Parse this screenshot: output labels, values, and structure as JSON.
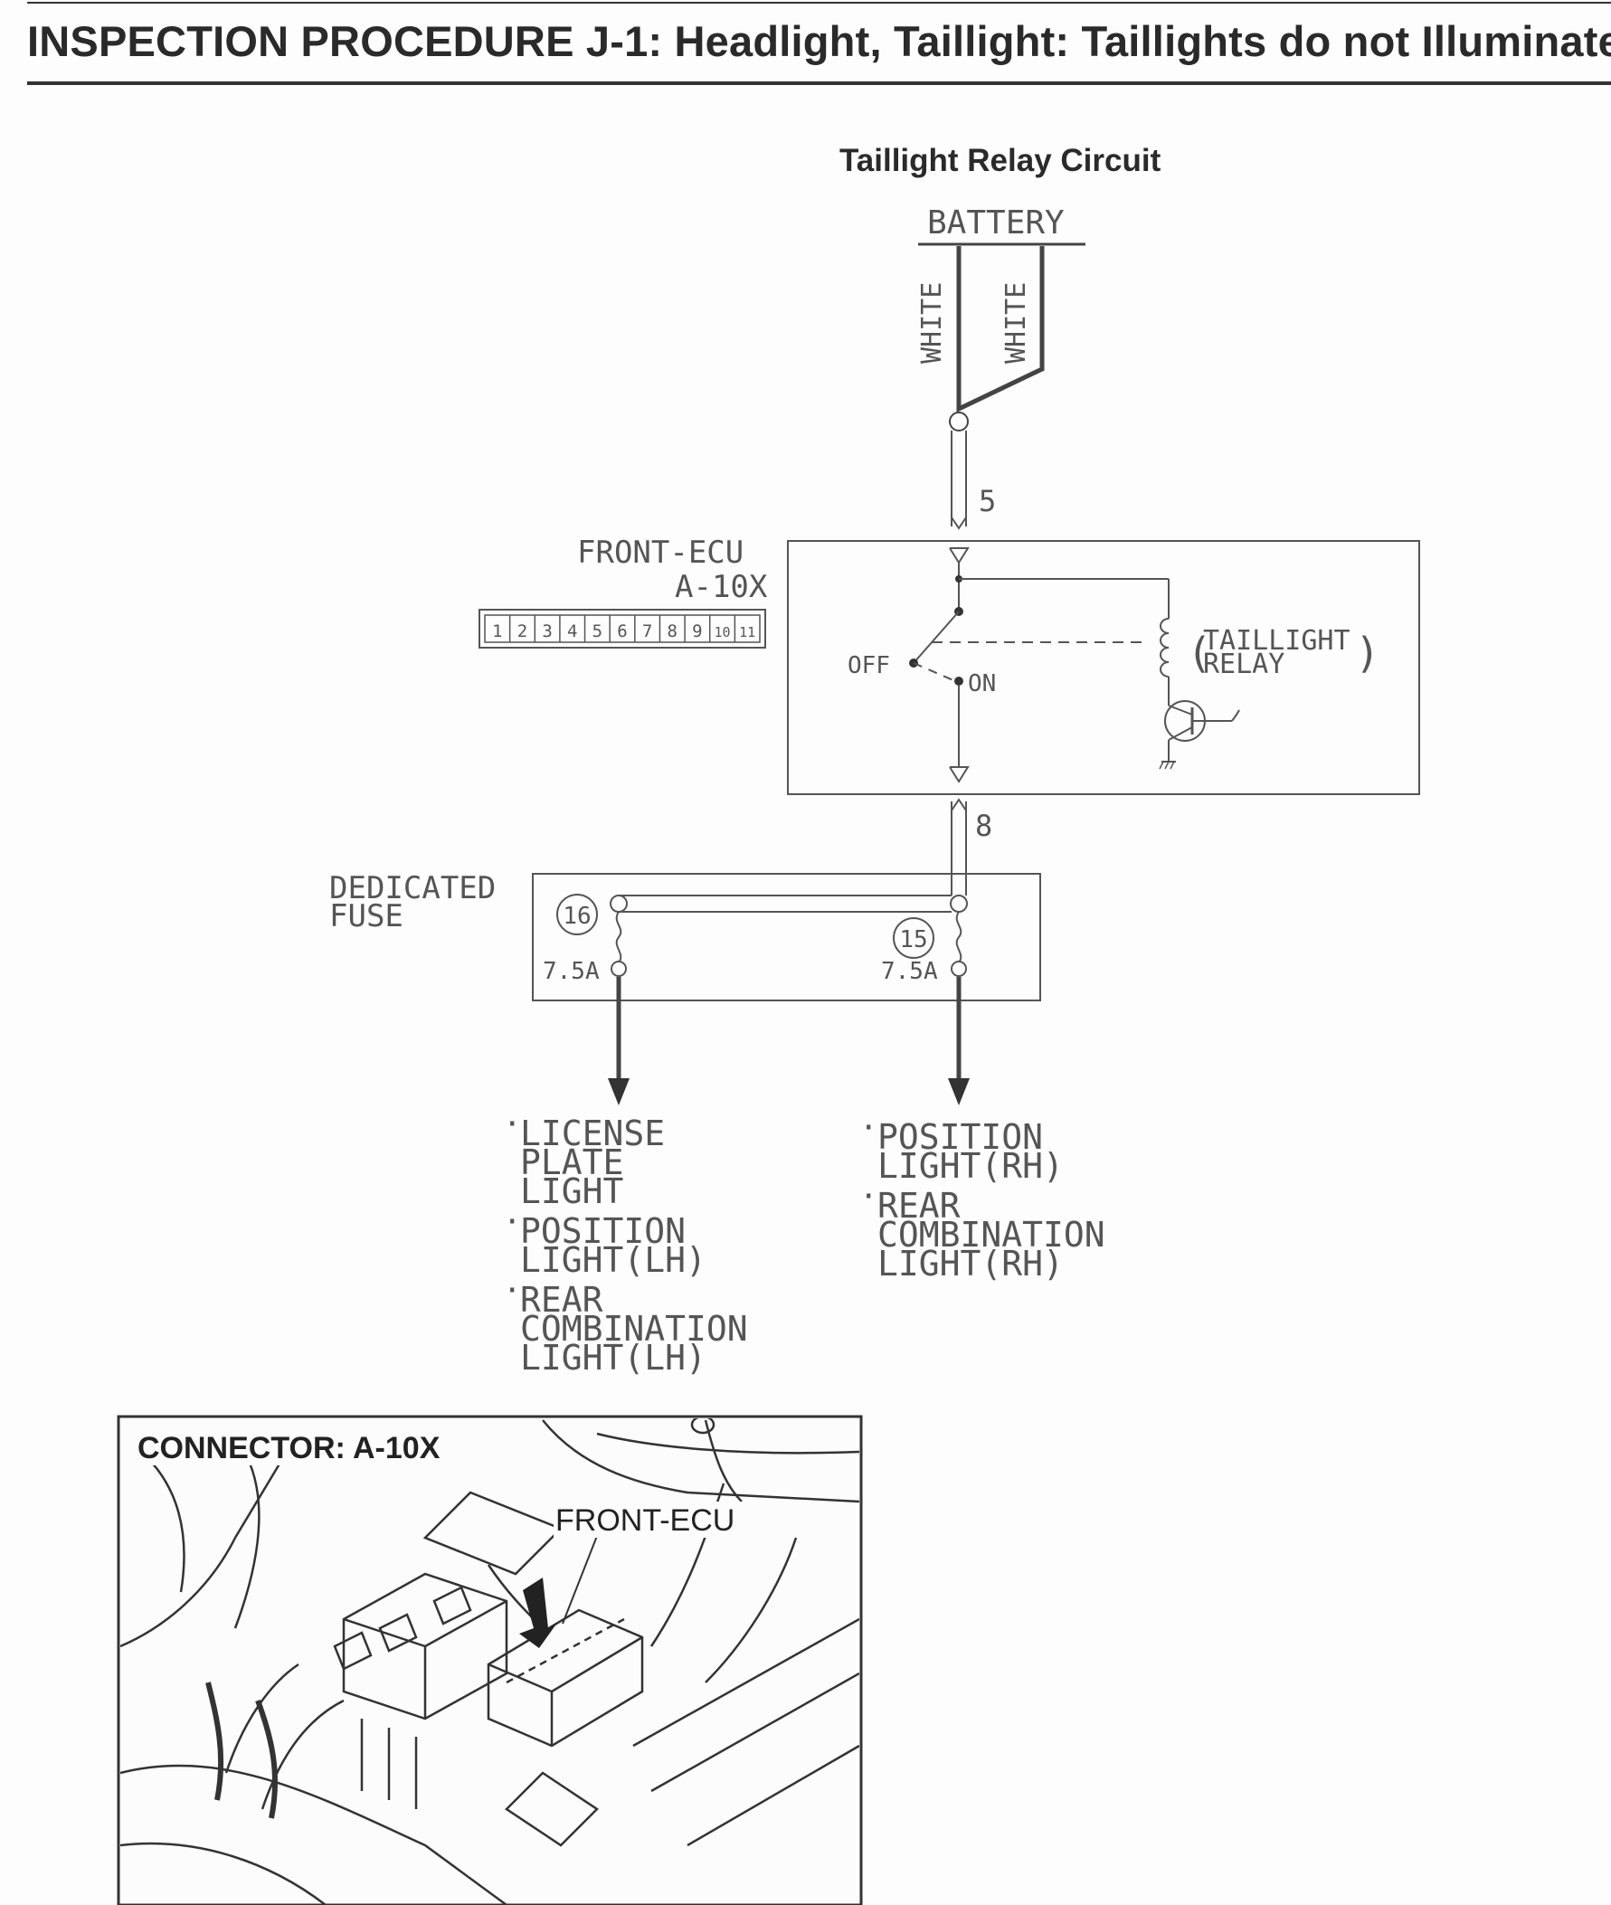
{
  "header": {
    "title": "INSPECTION PROCEDURE J-1: Headlight, Taillight: Taillights do not Illuminate."
  },
  "diagram": {
    "subtitle": "Taillight Relay Circuit",
    "battery_label": "BATTERY",
    "wire_left": "WHITE",
    "wire_right": "WHITE",
    "pin_top": "5",
    "pin_bottom": "8",
    "ecu_name": "FRONT-ECU",
    "ecu_connector": "A-10X",
    "connector_pins": [
      "1",
      "2",
      "3",
      "4",
      "5",
      "6",
      "7",
      "8",
      "9",
      "10",
      "11"
    ],
    "switch_off": "OFF",
    "switch_on": "ON",
    "relay_line1": "TAILLIGHT",
    "relay_line2": "RELAY",
    "fuse_box_line1": "DEDICATED",
    "fuse_box_line2": "FUSE",
    "fuse_left": {
      "number": "16",
      "rating": "7.5A"
    },
    "fuse_right": {
      "number": "15",
      "rating": "7.5A"
    },
    "loads_left": [
      [
        "LICENSE",
        "PLATE",
        "LIGHT"
      ],
      [
        "POSITION",
        "LIGHT(LH)"
      ],
      [
        "REAR",
        "COMBINATION",
        "LIGHT(LH)"
      ]
    ],
    "loads_right": [
      [
        "POSITION",
        "LIGHT(RH)"
      ],
      [
        "REAR",
        "COMBINATION",
        "LIGHT(RH)"
      ]
    ]
  },
  "photo": {
    "title": "CONNECTOR: A-10X",
    "callout": "FRONT-ECU"
  }
}
